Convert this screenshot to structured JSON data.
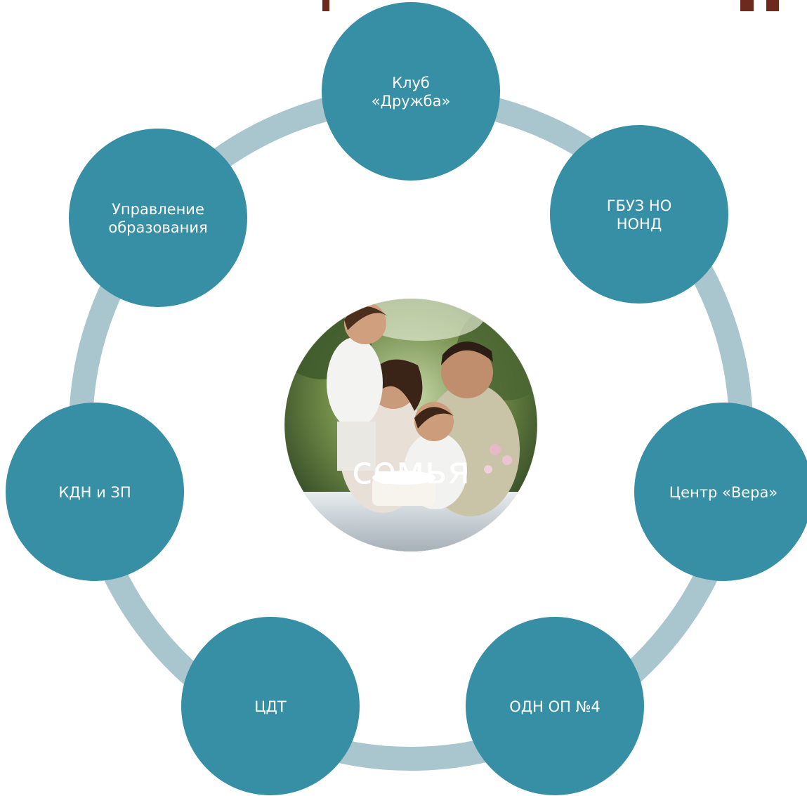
{
  "diagram": {
    "center": {
      "label": "семья",
      "image": "family-photo"
    },
    "nodes": [
      {
        "id": "club-druzhba",
        "lines": [
          "Клуб",
          "«Дружба»"
        ]
      },
      {
        "id": "gbuz-no-nond",
        "lines": [
          "ГБУЗ НО",
          "НОНД"
        ]
      },
      {
        "id": "center-vera",
        "lines": [
          "Центр «Вера»"
        ]
      },
      {
        "id": "odn-op-4",
        "lines": [
          "ОДН ОП №4"
        ]
      },
      {
        "id": "cdt",
        "lines": [
          "ЦДТ"
        ]
      },
      {
        "id": "kdn-zp",
        "lines": [
          "КДН и ЗП"
        ]
      },
      {
        "id": "education-department",
        "lines": [
          "Управление",
          "образования"
        ]
      }
    ]
  },
  "colors": {
    "node_fill": "#368fa5",
    "connector": "#a9c5cd",
    "decoration": "#6b2a1c",
    "text": "#ffffff"
  }
}
